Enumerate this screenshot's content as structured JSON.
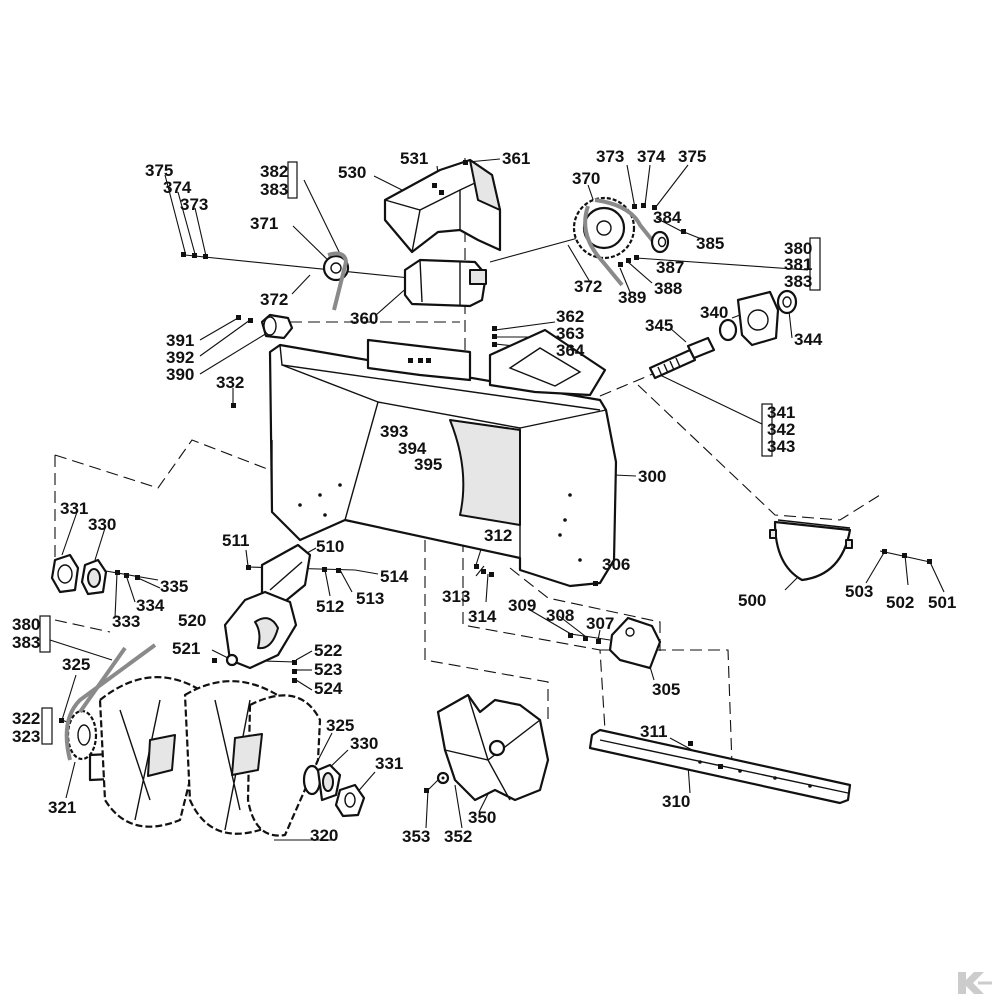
{
  "labels": {
    "l375a": "375",
    "l374a": "374",
    "l373a": "373",
    "l382": "382",
    "l383a": "383",
    "l371": "371",
    "l372a": "372",
    "l530": "530",
    "l531": "531",
    "l361": "361",
    "l360": "360",
    "l373b": "373",
    "l374b": "374",
    "l375b": "375",
    "l370": "370",
    "l384": "384",
    "l385": "385",
    "l372b": "372",
    "l389": "389",
    "l388": "388",
    "l387": "387",
    "l380a": "380",
    "l381a": "381",
    "l383b": "383",
    "l391": "391",
    "l392": "392",
    "l390": "390",
    "l362": "362",
    "l363": "363",
    "l364": "364",
    "l340": "340",
    "l344": "344",
    "l345": "345",
    "l341": "341",
    "l342": "342",
    "l343": "343",
    "l332": "332",
    "l393": "393",
    "l394": "394",
    "l395": "395",
    "l300": "300",
    "l331a": "331",
    "l330a": "330",
    "l335": "335",
    "l334": "334",
    "l333": "333",
    "l511": "511",
    "l510": "510",
    "l514": "514",
    "l512": "512",
    "l513": "513",
    "l312": "312",
    "l313": "313",
    "l314": "314",
    "l306": "306",
    "l500": "500",
    "l503": "503",
    "l502": "502",
    "l501": "501",
    "l380b": "380",
    "l383c": "383",
    "l520": "520",
    "l521": "521",
    "l522": "522",
    "l523": "523",
    "l524": "524",
    "l309": "309",
    "l308": "308",
    "l307": "307",
    "l305": "305",
    "l325a": "325",
    "l322": "322",
    "l323": "323",
    "l321": "321",
    "l325b": "325",
    "l330b": "330",
    "l331b": "331",
    "l320": "320",
    "l353": "353",
    "l352": "352",
    "l350": "350",
    "l311": "311",
    "l310": "310"
  },
  "logo": {
    "mark": "K"
  },
  "colors": {
    "ink": "#111111",
    "chain": "#8a8a8a",
    "logo": "#cccccc"
  }
}
